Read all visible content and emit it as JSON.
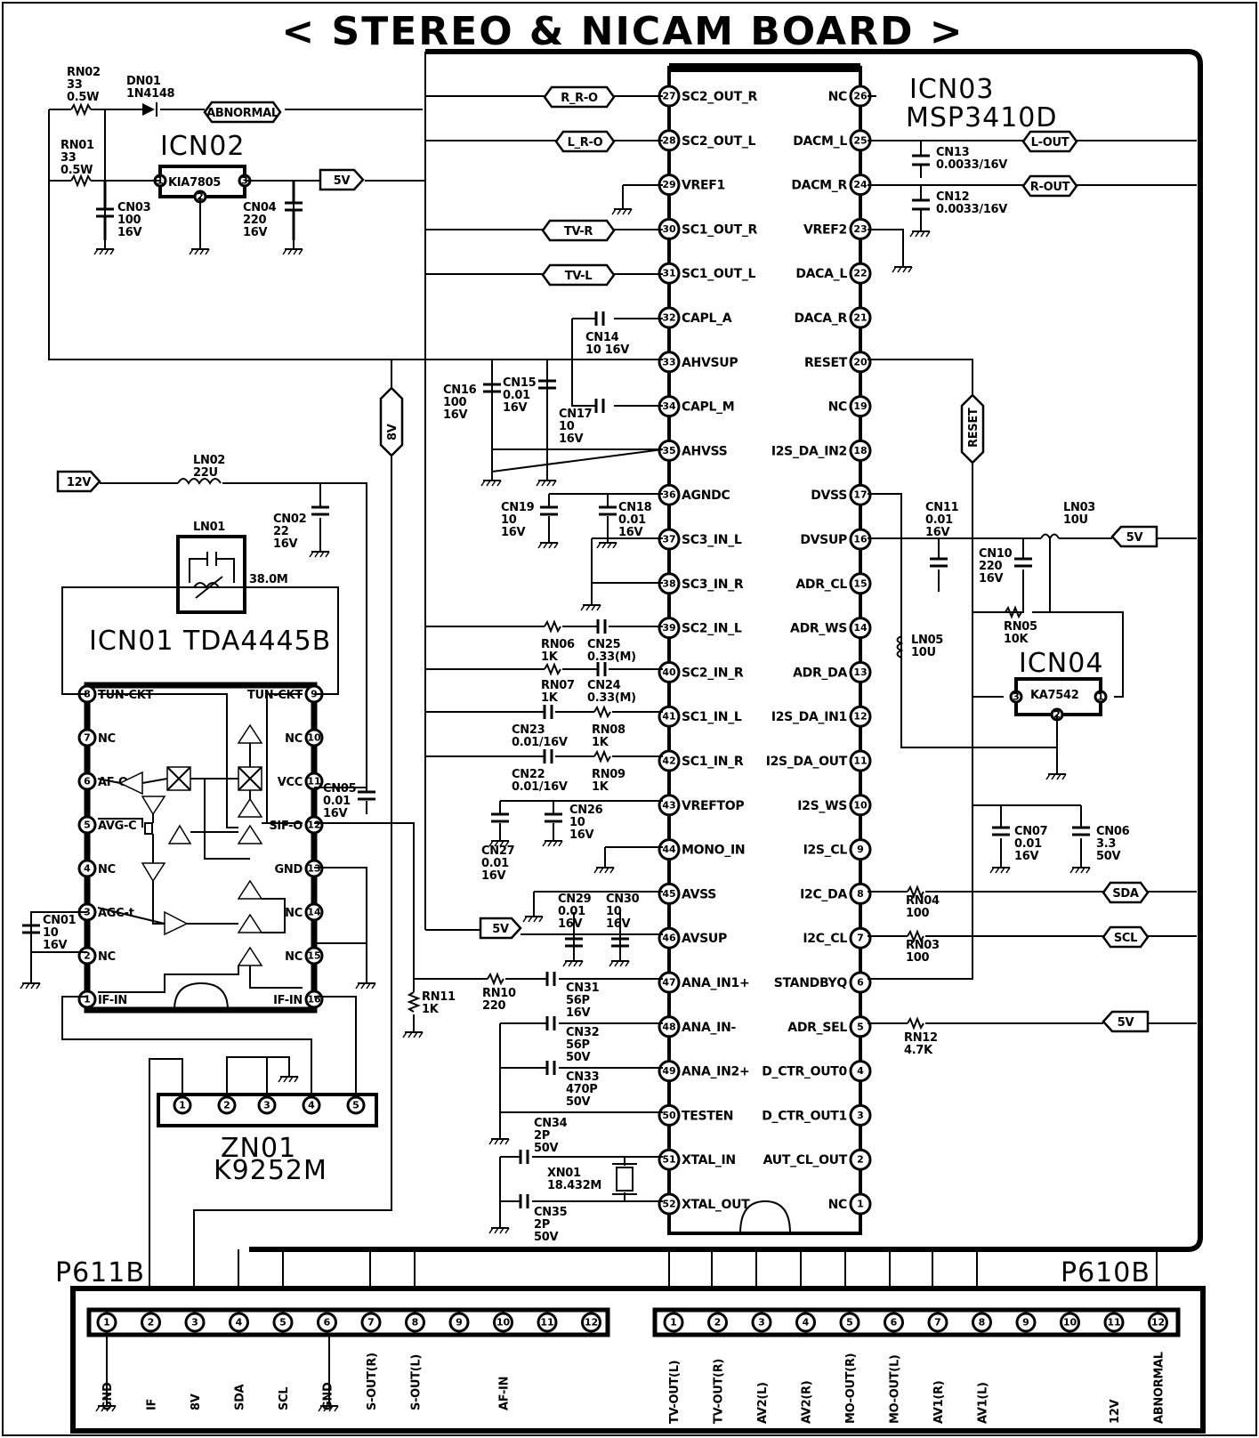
{
  "title": "< STEREO & NICAM BOARD >",
  "icn03": {
    "ref": "ICN03",
    "part": "MSP3410D",
    "left_pins": [
      {
        "num": "27",
        "name": "SC2_OUT_R"
      },
      {
        "num": "28",
        "name": "SC2_OUT_L"
      },
      {
        "num": "29",
        "name": "VREF1"
      },
      {
        "num": "30",
        "name": "SC1_OUT_R"
      },
      {
        "num": "31",
        "name": "SC1_OUT_L"
      },
      {
        "num": "32",
        "name": "CAPL_A"
      },
      {
        "num": "33",
        "name": "AHVSUP"
      },
      {
        "num": "34",
        "name": "CAPL_M"
      },
      {
        "num": "35",
        "name": "AHVSS"
      },
      {
        "num": "36",
        "name": "AGNDC"
      },
      {
        "num": "37",
        "name": "SC3_IN_L"
      },
      {
        "num": "38",
        "name": "SC3_IN_R"
      },
      {
        "num": "39",
        "name": "SC2_IN_L"
      },
      {
        "num": "40",
        "name": "SC2_IN_R"
      },
      {
        "num": "41",
        "name": "SC1_IN_L"
      },
      {
        "num": "42",
        "name": "SC1_IN_R"
      },
      {
        "num": "43",
        "name": "VREFTOP"
      },
      {
        "num": "44",
        "name": "MONO_IN"
      },
      {
        "num": "45",
        "name": "AVSS"
      },
      {
        "num": "46",
        "name": "AVSUP"
      },
      {
        "num": "47",
        "name": "ANA_IN1+"
      },
      {
        "num": "48",
        "name": "ANA_IN-"
      },
      {
        "num": "49",
        "name": "ANA_IN2+"
      },
      {
        "num": "50",
        "name": "TESTEN"
      },
      {
        "num": "51",
        "name": "XTAL_IN"
      },
      {
        "num": "52",
        "name": "XTAL_OUT"
      }
    ],
    "right_pins": [
      {
        "num": "26",
        "name": "NC"
      },
      {
        "num": "25",
        "name": "DACM_L"
      },
      {
        "num": "24",
        "name": "DACM_R"
      },
      {
        "num": "23",
        "name": "VREF2"
      },
      {
        "num": "22",
        "name": "DACA_L"
      },
      {
        "num": "21",
        "name": "DACA_R"
      },
      {
        "num": "20",
        "name": "RESET"
      },
      {
        "num": "19",
        "name": "NC"
      },
      {
        "num": "18",
        "name": "I2S_DA_IN2"
      },
      {
        "num": "17",
        "name": "DVSS"
      },
      {
        "num": "16",
        "name": "DVSUP"
      },
      {
        "num": "15",
        "name": "ADR_CL"
      },
      {
        "num": "14",
        "name": "ADR_WS"
      },
      {
        "num": "13",
        "name": "ADR_DA"
      },
      {
        "num": "12",
        "name": "I2S_DA_IN1"
      },
      {
        "num": "11",
        "name": "I2S_DA_OUT"
      },
      {
        "num": "10",
        "name": "I2S_WS"
      },
      {
        "num": "9",
        "name": "I2S_CL"
      },
      {
        "num": "8",
        "name": "I2C_DA"
      },
      {
        "num": "7",
        "name": "I2C_CL"
      },
      {
        "num": "6",
        "name": "STANDBYQ"
      },
      {
        "num": "5",
        "name": "ADR_SEL"
      },
      {
        "num": "4",
        "name": "D_CTR_OUT0"
      },
      {
        "num": "3",
        "name": "D_CTR_OUT1"
      },
      {
        "num": "2",
        "name": "AUT_CL_OUT"
      },
      {
        "num": "1",
        "name": "NC"
      }
    ]
  },
  "icn01": {
    "label": "ICN01  TDA4445B",
    "left_pins": [
      {
        "num": "8",
        "name": "TUN-CKT"
      },
      {
        "num": "7",
        "name": "NC"
      },
      {
        "num": "6",
        "name": "AF-O"
      },
      {
        "num": "5",
        "name": "AVG-C"
      },
      {
        "num": "4",
        "name": "NC"
      },
      {
        "num": "3",
        "name": "AGC-t"
      },
      {
        "num": "2",
        "name": "NC"
      },
      {
        "num": "1",
        "name": "IF-IN"
      }
    ],
    "right_pins": [
      {
        "num": "9",
        "name": "TUN-CKT"
      },
      {
        "num": "10",
        "name": "NC"
      },
      {
        "num": "11",
        "name": "VCC"
      },
      {
        "num": "12",
        "name": "SIF-O"
      },
      {
        "num": "13",
        "name": "GND"
      },
      {
        "num": "14",
        "name": "NC"
      },
      {
        "num": "15",
        "name": "NC"
      },
      {
        "num": "16",
        "name": "IF-IN"
      }
    ]
  },
  "icn02": {
    "ref": "ICN02",
    "part": "KIA7805",
    "pins": [
      "1",
      "2",
      "3"
    ]
  },
  "icn04": {
    "ref": "ICN04",
    "part": "KA7542",
    "pins": [
      "3",
      "2",
      "1"
    ]
  },
  "ln01": {
    "ref": "LN01",
    "value": "38.0M"
  },
  "zn01": {
    "ref": "ZN01",
    "part": "K9252M",
    "pins": [
      "1",
      "2",
      "3",
      "4",
      "5"
    ]
  },
  "connectors": {
    "p611b": {
      "label": "P611B",
      "pins": [
        "1",
        "2",
        "3",
        "4",
        "5",
        "6",
        "7",
        "8",
        "9",
        "10",
        "11",
        "12"
      ],
      "signals": [
        "GND",
        "IF",
        "8V",
        "SDA",
        "SCL",
        "GND",
        "S-OUT(R)",
        "S-OUT(L)",
        "",
        "AF-IN",
        "",
        ""
      ]
    },
    "p610b": {
      "label": "P610B",
      "pins": [
        "1",
        "2",
        "3",
        "4",
        "5",
        "6",
        "7",
        "8",
        "9",
        "10",
        "11",
        "12"
      ],
      "signals": [
        "TV-OUT(L)",
        "TV-OUT(R)",
        "AV2(L)",
        "AV2(R)",
        "MO-OUT(R)",
        "MO-OUT(L)",
        "AV1(R)",
        "AV1(L)",
        "",
        "",
        "12V",
        "ABNORMAL"
      ]
    }
  },
  "net_labels": [
    {
      "id": "abnormal",
      "text": "ABNORMAL"
    },
    {
      "id": "5v_a",
      "text": "5V"
    },
    {
      "id": "r_r_o",
      "text": "R_R-O"
    },
    {
      "id": "l_r_o",
      "text": "L_R-O"
    },
    {
      "id": "tv_r",
      "text": "TV-R"
    },
    {
      "id": "tv_l",
      "text": "TV-L"
    },
    {
      "id": "8v",
      "text": "8V"
    },
    {
      "id": "12v",
      "text": "12V"
    },
    {
      "id": "l_out",
      "text": "L-OUT"
    },
    {
      "id": "r_out",
      "text": "R-OUT"
    },
    {
      "id": "reset",
      "text": "RESET"
    },
    {
      "id": "5v_b",
      "text": "5V"
    },
    {
      "id": "sda",
      "text": "SDA"
    },
    {
      "id": "scl",
      "text": "SCL"
    },
    {
      "id": "5v_c",
      "text": "5V"
    },
    {
      "id": "5v_d",
      "text": "5V"
    }
  ],
  "components": [
    {
      "id": "rn02",
      "lines": [
        "RN02",
        "33",
        "0.5W"
      ]
    },
    {
      "id": "dn01",
      "lines": [
        "DN01",
        "1N4148"
      ]
    },
    {
      "id": "rn01",
      "lines": [
        "RN01",
        "33",
        "0.5W"
      ]
    },
    {
      "id": "cn03",
      "lines": [
        "CN03",
        "100",
        "16V"
      ]
    },
    {
      "id": "cn04",
      "lines": [
        "CN04",
        "220",
        "16V"
      ]
    },
    {
      "id": "cn13",
      "lines": [
        "CN13",
        "0.0033/16V"
      ]
    },
    {
      "id": "cn12",
      "lines": [
        "CN12",
        "0.0033/16V"
      ]
    },
    {
      "id": "cn14",
      "lines": [
        "CN14",
        "10  16V"
      ]
    },
    {
      "id": "cn16",
      "lines": [
        "CN16",
        "100",
        "16V"
      ]
    },
    {
      "id": "cn15",
      "lines": [
        "CN15",
        "0.01",
        "16V"
      ]
    },
    {
      "id": "cn17",
      "lines": [
        "CN17",
        "10",
        "16V"
      ]
    },
    {
      "id": "ln02",
      "lines": [
        "LN02",
        "22U"
      ]
    },
    {
      "id": "cn02",
      "lines": [
        "CN02",
        "22",
        "16V"
      ]
    },
    {
      "id": "cn19",
      "lines": [
        "CN19",
        "10",
        "16V"
      ]
    },
    {
      "id": "cn18",
      "lines": [
        "CN18",
        "0.01",
        "16V"
      ]
    },
    {
      "id": "cn11",
      "lines": [
        "CN11",
        "0.01",
        "16V"
      ]
    },
    {
      "id": "ln03",
      "lines": [
        "LN03",
        "10U"
      ]
    },
    {
      "id": "cn10",
      "lines": [
        "CN10",
        "220",
        "16V"
      ]
    },
    {
      "id": "rn05",
      "lines": [
        "RN05",
        "10K"
      ]
    },
    {
      "id": "ln05",
      "lines": [
        "LN05",
        "10U"
      ]
    },
    {
      "id": "rn06",
      "lines": [
        "RN06",
        "1K"
      ]
    },
    {
      "id": "cn25",
      "lines": [
        "CN25",
        "0.33(M)"
      ]
    },
    {
      "id": "rn07",
      "lines": [
        "RN07",
        "1K"
      ]
    },
    {
      "id": "cn24",
      "lines": [
        "CN24",
        "0.33(M)"
      ]
    },
    {
      "id": "cn23",
      "lines": [
        "CN23",
        "0.01/16V"
      ]
    },
    {
      "id": "rn08",
      "lines": [
        "RN08",
        "1K"
      ]
    },
    {
      "id": "cn22",
      "lines": [
        "CN22",
        "0.01/16V"
      ]
    },
    {
      "id": "rn09",
      "lines": [
        "RN09",
        "1K"
      ]
    },
    {
      "id": "cn05",
      "lines": [
        "CN05",
        "0.01",
        "16V"
      ]
    },
    {
      "id": "cn26",
      "lines": [
        "CN26",
        "10",
        "16V"
      ]
    },
    {
      "id": "cn27",
      "lines": [
        "CN27",
        "0.01",
        "16V"
      ]
    },
    {
      "id": "cn07",
      "lines": [
        "CN07",
        "0.01",
        "16V"
      ]
    },
    {
      "id": "cn06",
      "lines": [
        "CN06",
        "3.3",
        "50V"
      ]
    },
    {
      "id": "cn29",
      "lines": [
        "CN29",
        "0.01",
        "16V"
      ]
    },
    {
      "id": "cn30",
      "lines": [
        "CN30",
        "10",
        "16V"
      ]
    },
    {
      "id": "rn04",
      "lines": [
        "RN04",
        "100"
      ]
    },
    {
      "id": "rn03",
      "lines": [
        "RN03",
        "100"
      ]
    },
    {
      "id": "cn01",
      "lines": [
        "CN01",
        "10",
        "16V"
      ]
    },
    {
      "id": "rn11",
      "lines": [
        "RN11",
        "1K"
      ]
    },
    {
      "id": "rn10",
      "lines": [
        "RN10",
        "220"
      ]
    },
    {
      "id": "cn31",
      "lines": [
        "CN31",
        "56P",
        "16V"
      ]
    },
    {
      "id": "cn32",
      "lines": [
        "CN32",
        "56P",
        "50V"
      ]
    },
    {
      "id": "cn33",
      "lines": [
        "CN33",
        "470P",
        "50V"
      ]
    },
    {
      "id": "rn12",
      "lines": [
        "RN12",
        "4.7K"
      ]
    },
    {
      "id": "cn34",
      "lines": [
        "CN34",
        "2P",
        "50V"
      ]
    },
    {
      "id": "xn01",
      "lines": [
        "XN01",
        "18.432M"
      ]
    },
    {
      "id": "cn35",
      "lines": [
        "CN35",
        "2P",
        "50V"
      ]
    }
  ]
}
